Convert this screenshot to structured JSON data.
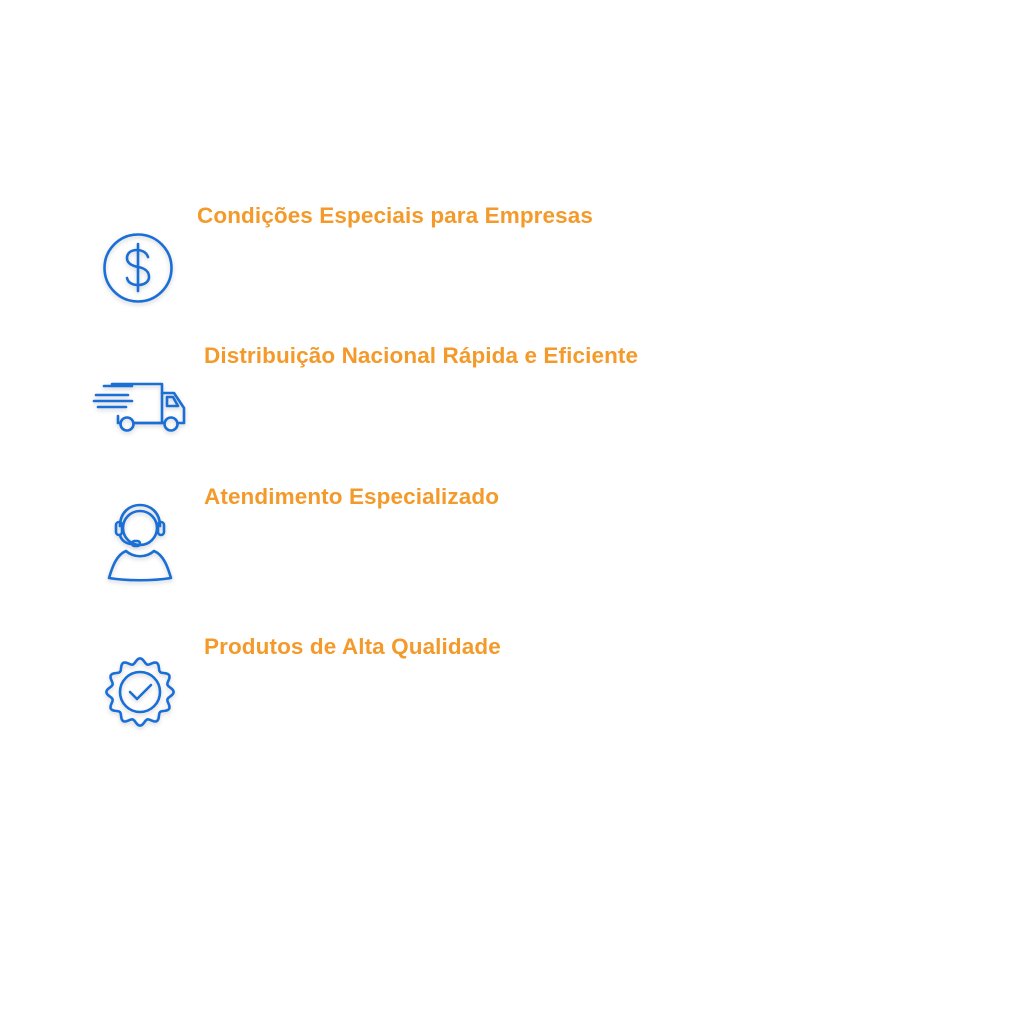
{
  "features": [
    {
      "title": "Condições Especiais para Empresas",
      "icon": "dollar-circle-icon"
    },
    {
      "title": "Distribuição Nacional Rápida e Eficiente",
      "icon": "delivery-truck-icon"
    },
    {
      "title": "Atendimento Especializado",
      "icon": "headset-agent-icon"
    },
    {
      "title": "Produtos de Alta Qualidade",
      "icon": "quality-badge-icon"
    }
  ],
  "colors": {
    "title": "#F39A2B",
    "icon": "#1A6FD6",
    "background": "#FFFFFF"
  }
}
